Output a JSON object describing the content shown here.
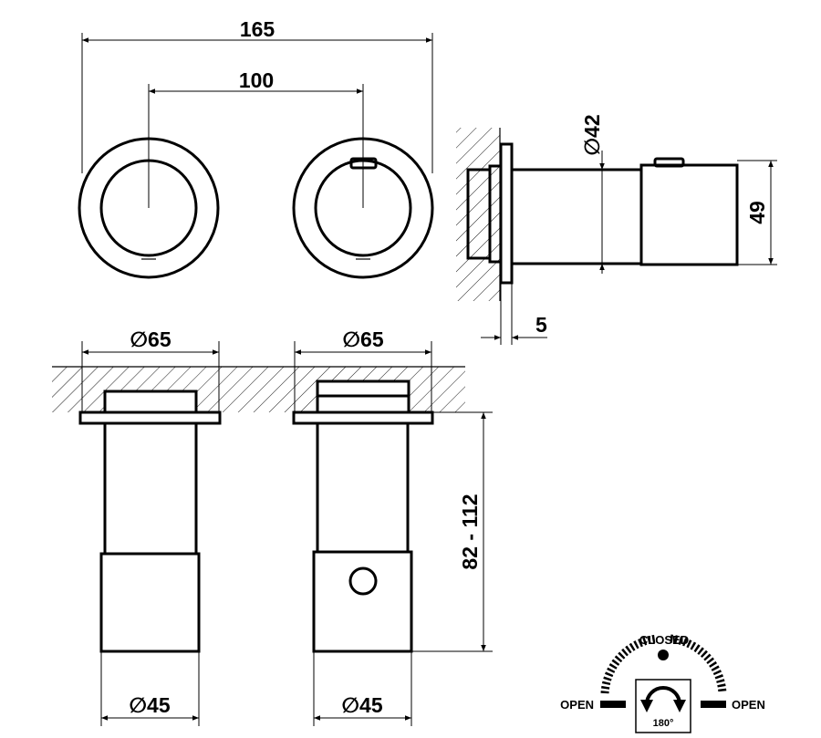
{
  "dimensions": {
    "overall_width": "165",
    "center_distance": "100",
    "handle_diameter": "42",
    "body_height": "49",
    "plate_thickness": "5",
    "plate_diameter_left": "65",
    "plate_diameter_right": "65",
    "depth_range": "82 - 112",
    "body_diameter_left": "45",
    "body_diameter_right": "45"
  },
  "symbols": {
    "diameter": "∅"
  },
  "rotation_indicator": {
    "closed_label": "CLOSED",
    "open_left_label": "OPEN",
    "open_right_label": "OPEN",
    "angle_label": "180°"
  }
}
